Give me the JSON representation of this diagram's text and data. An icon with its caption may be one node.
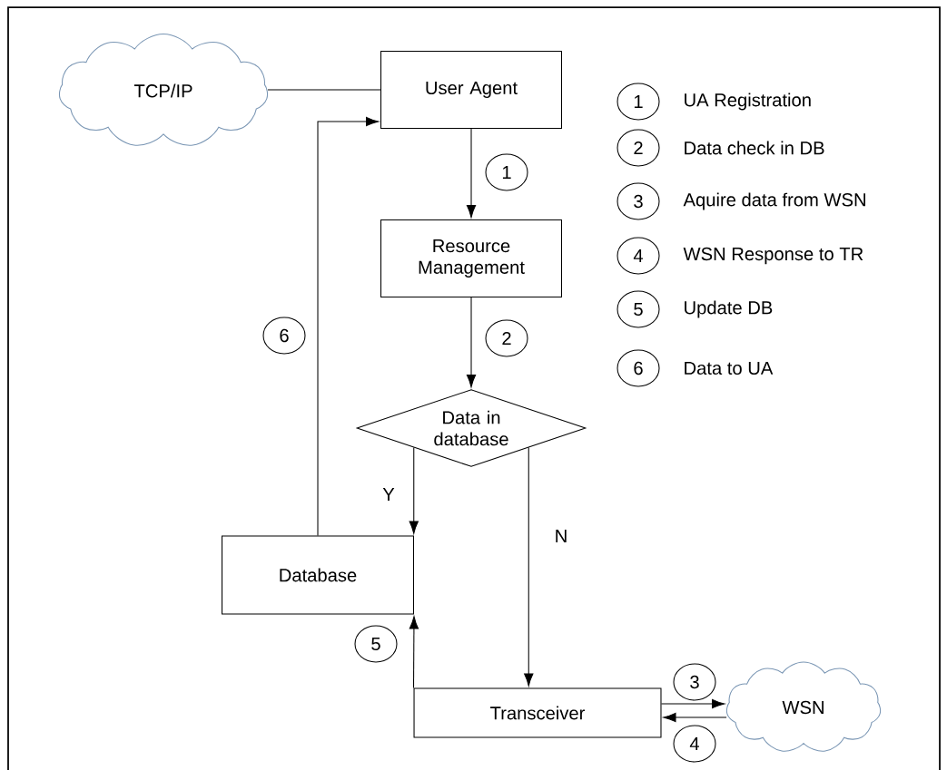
{
  "diagram": {
    "nodes": [
      {
        "text": [
          "TCP/IP"
        ]
      },
      {
        "text": [
          "User Agent"
        ]
      },
      {
        "text": [
          "Resource Management"
        ]
      },
      {
        "text": [
          "Data in database"
        ]
      },
      {
        "text": [
          "Database"
        ]
      },
      {
        "text": [
          "Transceiver"
        ]
      },
      {
        "text": [
          "WSN"
        ]
      },
      {
        "text": [
          "1"
        ]
      },
      {
        "text": [
          "2"
        ]
      },
      {
        "text": [
          "6"
        ]
      },
      {
        "text": [
          "5"
        ]
      },
      {
        "text": [
          "3"
        ]
      },
      {
        "text": [
          "4"
        ]
      },
      {
        "text": [
          "1"
        ],
        "beside": [
          "UA Registration"
        ]
      },
      {
        "text": [
          "2"
        ],
        "beside": [
          "Data check in DB"
        ]
      },
      {
        "text": [
          "3"
        ],
        "beside": [
          "Aquire data from WSN"
        ]
      },
      {
        "text": [
          "4"
        ],
        "beside": [
          "WSN Response to TR"
        ]
      },
      {
        "text": [
          "5"
        ],
        "beside": [
          "Update DB"
        ]
      },
      {
        "text": [
          "6"
        ],
        "beside": [
          "Data to UA"
        ]
      }
    ],
    "edges": [
      {
        "from": 0,
        "to": 1,
        "arrow": "none"
      },
      {
        "from": 1,
        "to": 2,
        "arrow": "to"
      },
      {
        "from": 2,
        "to": 3,
        "arrow": "to"
      },
      {
        "from": 3,
        "to": 4,
        "arrow": "to",
        "label": "Y"
      },
      {
        "from": 3,
        "to": 5,
        "arrow": "to",
        "label": "N"
      },
      {
        "from": 5,
        "to": 4,
        "arrow": "to"
      },
      {
        "from": 4,
        "to": 1,
        "arrow": "to"
      },
      {
        "from": 5,
        "to": 6,
        "arrow": "to"
      },
      {
        "from": 6,
        "to": 5,
        "arrow": "to"
      }
    ]
  }
}
